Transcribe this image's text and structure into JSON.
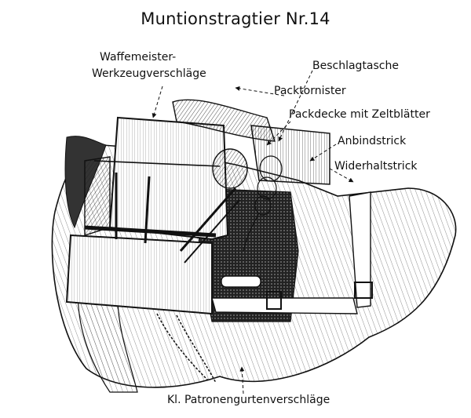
{
  "title": "Muntionstragtier Nr.14",
  "labels": {
    "waffemeister_line1": "Waffemeister-",
    "waffemeister_line2": "Werkzeugverschläge",
    "beschlagtasche": "Beschlagtasche",
    "packtornister": "Packtornister",
    "packdecke": "Packdecke mit Zeltblätter",
    "anbindstrick": "Anbindstrick",
    "widerhaltstrick": "Widerhaltstrick",
    "patronengurten": "Kl. Patronengurtenverschläge"
  },
  "colors": {
    "ink": "#111111",
    "paper": "#ffffff"
  }
}
